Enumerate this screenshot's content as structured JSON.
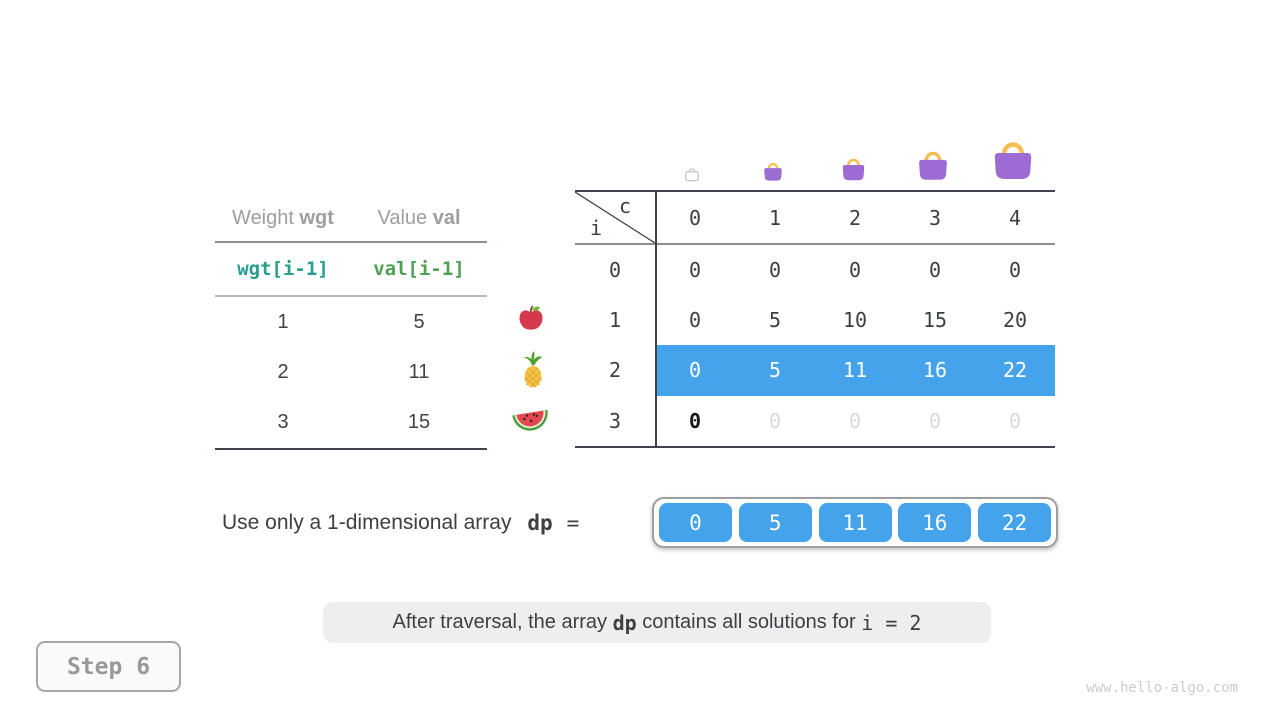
{
  "items_table": {
    "header": {
      "weight_prefix": "Weight ",
      "weight_code": "wgt",
      "value_prefix": "Value ",
      "value_code": "val"
    },
    "formula": {
      "weight": "wgt[i-1]",
      "value": "val[i-1]"
    },
    "rows": [
      {
        "weight": "1",
        "value": "5"
      },
      {
        "weight": "2",
        "value": "11"
      },
      {
        "weight": "3",
        "value": "15"
      }
    ]
  },
  "icons": {
    "fruits": [
      "apple-icon",
      "pineapple-icon",
      "watermelon-icon"
    ],
    "bags": [
      "empty-bag-icon",
      "bag-capacity-1-icon",
      "bag-capacity-2-icon",
      "bag-capacity-3-icon",
      "bag-capacity-4-icon"
    ]
  },
  "dp_table": {
    "corner": {
      "col": "c",
      "row": "i"
    },
    "col_headers": [
      "0",
      "1",
      "2",
      "3",
      "4"
    ],
    "rows": [
      {
        "label": "0",
        "cells": [
          "0",
          "0",
          "0",
          "0",
          "0"
        ]
      },
      {
        "label": "1",
        "cells": [
          "0",
          "5",
          "10",
          "15",
          "20"
        ]
      },
      {
        "label": "2",
        "cells": [
          "0",
          "5",
          "11",
          "16",
          "22"
        ]
      },
      {
        "label": "3",
        "cells": [
          "0",
          "0",
          "0",
          "0",
          "0"
        ]
      }
    ],
    "highlight_row_index": 2
  },
  "dp_array": {
    "label": "Use only a 1-dimensional array ",
    "var": "dp",
    "equals": "=",
    "values": [
      "0",
      "5",
      "11",
      "16",
      "22"
    ]
  },
  "caption": {
    "part1": "After traversal, the array ",
    "code": "dp",
    "part2": " contains all solutions for ",
    "code2": "i = 2"
  },
  "step_badge": "Step 6",
  "watermark": "www.hello-algo.com",
  "colors": {
    "highlight_blue": "#44a3ea",
    "weight_teal": "#2a9d8f",
    "value_green": "#4da153",
    "bag_purple": "#9c6bd4",
    "bag_handle_orange": "#f6be4f"
  }
}
